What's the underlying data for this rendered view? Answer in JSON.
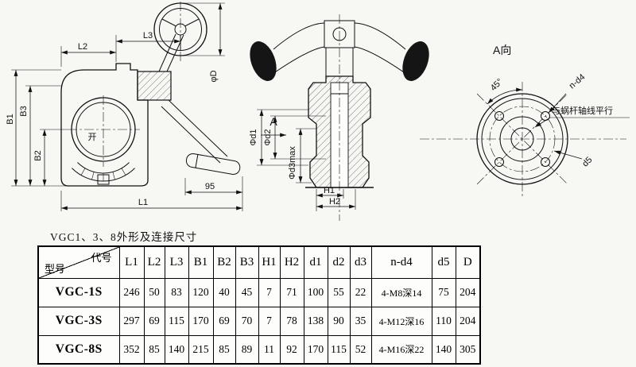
{
  "caption": "VGC1、3、8外形及连接尺寸",
  "views": {
    "front": {
      "L2": "L2",
      "L3": "L3",
      "B1": "B1",
      "B3": "B3",
      "B2": "B2",
      "L1": "L1",
      "n95": "95",
      "phiD": "φD",
      "open": "开"
    },
    "section": {
      "phid1": "Φd1",
      "phid2": "Φd2",
      "phid3max": "Φd3max",
      "H1": "H1",
      "H2": "H2",
      "A": "A"
    },
    "aview": {
      "title": "A向",
      "deg45": "45°",
      "nd4": "n-d4",
      "parallel": "与蜗杆轴线平行",
      "d5": "d5"
    }
  },
  "table": {
    "corner_top": "代号",
    "corner_bottom": "型号",
    "columns": [
      "L1",
      "L2",
      "L3",
      "B1",
      "B2",
      "B3",
      "H1",
      "H2",
      "d1",
      "d2",
      "d3",
      "n-d4",
      "d5",
      "D"
    ],
    "rows": [
      {
        "model": "VGC-1S",
        "values": [
          "246",
          "50",
          "83",
          "120",
          "40",
          "45",
          "7",
          "71",
          "100",
          "55",
          "22",
          "4-M8深14",
          "75",
          "204"
        ]
      },
      {
        "model": "VGC-3S",
        "values": [
          "297",
          "69",
          "115",
          "170",
          "69",
          "70",
          "7",
          "78",
          "138",
          "90",
          "35",
          "4-M12深16",
          "110",
          "204"
        ]
      },
      {
        "model": "VGC-8S",
        "values": [
          "352",
          "85",
          "140",
          "215",
          "85",
          "89",
          "11",
          "92",
          "170",
          "115",
          "52",
          "4-M16深22",
          "140",
          "305"
        ]
      }
    ]
  }
}
